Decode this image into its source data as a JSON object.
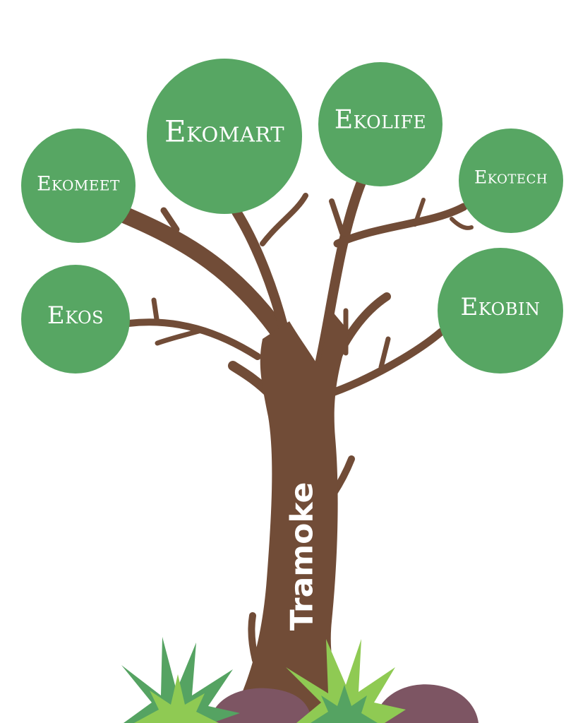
{
  "trunk_label": "Tramoke",
  "nodes": [
    {
      "id": "ekomart",
      "label": "Ekomart"
    },
    {
      "id": "ekolife",
      "label": "Ekolife"
    },
    {
      "id": "ekomeet",
      "label": "Ekomeet"
    },
    {
      "id": "ekotech",
      "label": "Ekotech"
    },
    {
      "id": "ekos",
      "label": "Ekos"
    },
    {
      "id": "ekobin",
      "label": "Ekobin"
    }
  ],
  "colors": {
    "leaf": "#57a663",
    "trunk": "#714c37",
    "rock": "#7d5563",
    "grass_dark": "#55a362",
    "grass_light": "#8fca53",
    "text": "#ffffff"
  }
}
